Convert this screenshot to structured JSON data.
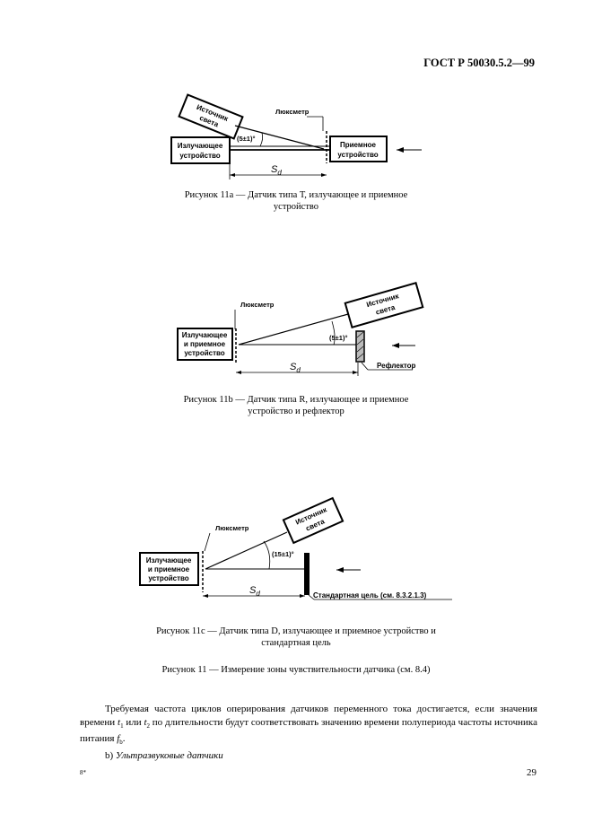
{
  "header": {
    "standard": "ГОСТ Р 50030.5.2—99"
  },
  "fig_a": {
    "emitter": [
      "Излучающее",
      "устройство"
    ],
    "source": [
      "Источник",
      "света"
    ],
    "luxmeter": "Люксметр",
    "angle": "(5±1)°",
    "receiver": [
      "Приемное",
      "устройство"
    ],
    "distance": "S",
    "distance_sub": "d",
    "caption": [
      "Рисунок 11а — Датчик типа Т,  излучающее и приемное",
      "устройство"
    ]
  },
  "fig_b": {
    "luxmeter": "Люксметр",
    "source": [
      "Источник",
      "света"
    ],
    "emitter": [
      "Излучающее",
      "и приемное",
      "устройство"
    ],
    "angle": "(5±1)°",
    "distance": "S",
    "distance_sub": "d",
    "reflector": "Рефлектор",
    "caption": [
      "Рисунок 11b — Датчик типа R,  излучающее и приемное",
      "устройство и рефлектор"
    ]
  },
  "fig_c": {
    "luxmeter": "Люксметр",
    "source": [
      "Источник",
      "света"
    ],
    "emitter": [
      "Излучающее",
      "и приемное",
      "устройство"
    ],
    "angle": "(15±1)°",
    "distance": "S",
    "distance_sub": "d",
    "target": "Стандартная цель (см. 8.3.2.1.3)",
    "caption": [
      "Рисунок 11с — Датчик типа D, излучающее и приемное   устройство и",
      "стандартная цель"
    ]
  },
  "fig_main_caption": "Рисунок 11 — Измерение зоны чувствительности датчика (см. 8.4)",
  "body": {
    "p1_a": "Требуемая частота циклов оперирования датчиков переменного тока достигается, если значения времени ",
    "t": "t",
    "t1_sub": "1",
    "p1_or": " или ",
    "t2_sub": "2",
    "p1_b": " по длительности будут соответствовать значению времени полупериода частоты источника питания ",
    "f": "f",
    "f_sub": "b",
    "p1_end": ".",
    "p2_prefix": "b) ",
    "p2_italic": "Ультразвуковые датчики"
  },
  "footer": {
    "sheet_mark": "8*",
    "page_number": "29"
  }
}
